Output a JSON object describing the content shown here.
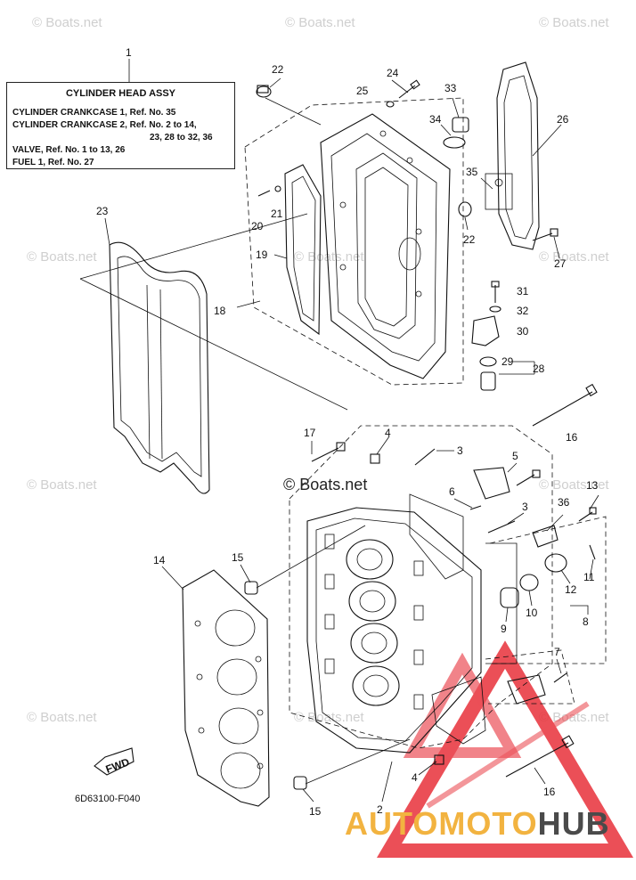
{
  "reference_box": {
    "title": "CYLINDER HEAD ASSY",
    "lines": [
      "CYLINDER CRANKCASE 1,  Ref. No. 35",
      "CYLINDER CRANKCASE 2,  Ref. No. 2 to 14,",
      "23, 28 to 32, 36",
      "VALVE,  Ref. No. 1 to 13, 26",
      "FUEL 1, Ref. No. 27"
    ]
  },
  "callouts": [
    {
      "id": "c1",
      "text": "1"
    },
    {
      "id": "c22a",
      "text": "22"
    },
    {
      "id": "c24",
      "text": "24"
    },
    {
      "id": "c25",
      "text": "25"
    },
    {
      "id": "c33",
      "text": "33"
    },
    {
      "id": "c34",
      "text": "34"
    },
    {
      "id": "c26",
      "text": "26"
    },
    {
      "id": "c35",
      "text": "35"
    },
    {
      "id": "c22b",
      "text": "22"
    },
    {
      "id": "c27",
      "text": "27"
    },
    {
      "id": "c20",
      "text": "20"
    },
    {
      "id": "c21",
      "text": "21"
    },
    {
      "id": "c23",
      "text": "23"
    },
    {
      "id": "c19",
      "text": "19"
    },
    {
      "id": "c18",
      "text": "18"
    },
    {
      "id": "c31",
      "text": "31"
    },
    {
      "id": "c32",
      "text": "32"
    },
    {
      "id": "c30",
      "text": "30"
    },
    {
      "id": "c29",
      "text": "29"
    },
    {
      "id": "c28",
      "text": "28"
    },
    {
      "id": "c16a",
      "text": "16"
    },
    {
      "id": "c17",
      "text": "17"
    },
    {
      "id": "c4a",
      "text": "4"
    },
    {
      "id": "c3a",
      "text": "3"
    },
    {
      "id": "c5",
      "text": "5"
    },
    {
      "id": "c6",
      "text": "6"
    },
    {
      "id": "c3b",
      "text": "3"
    },
    {
      "id": "c13",
      "text": "13"
    },
    {
      "id": "c36",
      "text": "36"
    },
    {
      "id": "c14",
      "text": "14"
    },
    {
      "id": "c15a",
      "text": "15"
    },
    {
      "id": "c11",
      "text": "11"
    },
    {
      "id": "c12",
      "text": "12"
    },
    {
      "id": "c10",
      "text": "10"
    },
    {
      "id": "c9",
      "text": "9"
    },
    {
      "id": "c8",
      "text": "8"
    },
    {
      "id": "c7",
      "text": "7"
    },
    {
      "id": "c4b",
      "text": "4"
    },
    {
      "id": "c16b",
      "text": "16"
    },
    {
      "id": "c2",
      "text": "2"
    },
    {
      "id": "c15b",
      "text": "15"
    }
  ],
  "fwd_label": "FWD",
  "diagram_code": "6D63100-F040",
  "watermark_text": "© Boats.net",
  "brand": {
    "part_a": "AUTOMOTO",
    "part_b": "HUB"
  },
  "colors": {
    "brand_orange": "#f2b340",
    "brand_gray": "#4a4a4a",
    "logo_red": "#e8313a",
    "watermark": "#cfcfcf"
  }
}
